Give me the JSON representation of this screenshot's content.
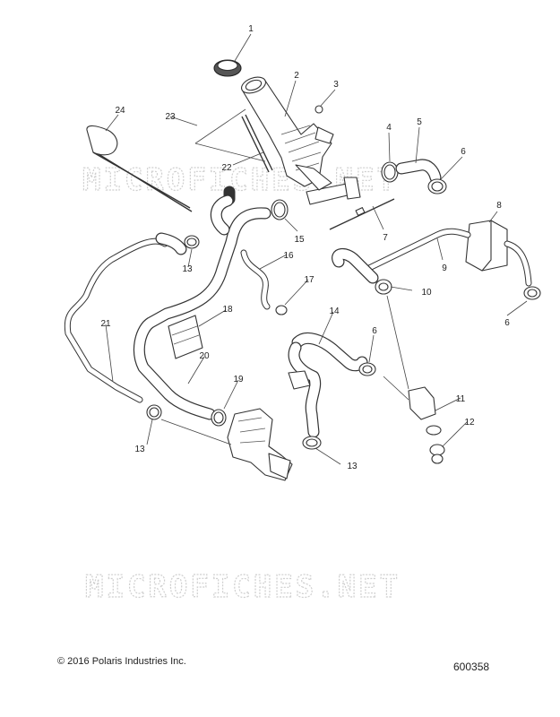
{
  "callouts": [
    "1",
    "2",
    "3",
    "4",
    "5",
    "6",
    "7",
    "8",
    "9",
    "10",
    "11",
    "12",
    "13",
    "14",
    "15",
    "16",
    "17",
    "18",
    "19",
    "20",
    "21",
    "22",
    "23",
    "24",
    "6",
    "6",
    "13",
    "13"
  ],
  "watermark": "MICROFICHES.NET",
  "footer": {
    "copyright": "© 2016 Polaris Industries Inc.",
    "diagram_number": "600358"
  },
  "colors": {
    "line": "#333333",
    "watermark": "#cfcfcf",
    "background": "#ffffff"
  }
}
